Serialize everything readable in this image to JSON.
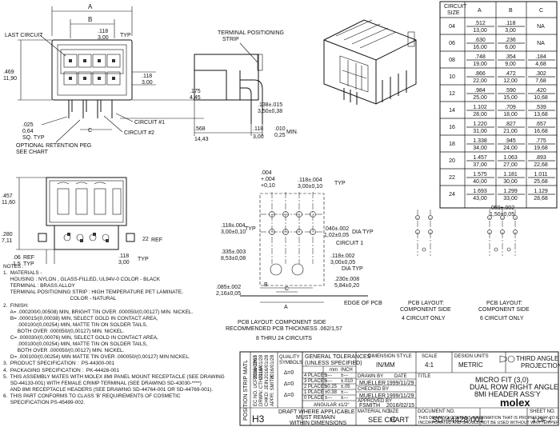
{
  "front_view": {
    "dim_a": "A",
    "dim_b": "B",
    "dim_118_in": ".118",
    "dim_118_mm": "3,00",
    "typ": "TYP",
    "last_circuit": "LAST CIRCUIT",
    "dim_469_in": ".469",
    "dim_469_mm": "11,90",
    "dim_118b_in": ".118",
    "dim_118b_mm": "3,00",
    "dim_175_in": ".175",
    "dim_175_mm": "4,45",
    "dim_025_in": ".025",
    "dim_025_mm": "0,64",
    "sq_typ": "SQ. TYP",
    "circuit1": "CIRCUIT #1",
    "circuit2": "CIRCUIT #2",
    "c_label": "C",
    "peg_note_1": "OPTIONAL RETENTION PEG",
    "peg_note_2": "SEE CHART"
  },
  "side_view": {
    "terminal_strip_1": "TERMINAL POSITIONING",
    "terminal_strip_2": "STRIP",
    "dim_138_in": ".138±.015",
    "dim_138_mm": "3,50±0,38",
    "dim_568_in": ".568",
    "dim_568_mm": "14,43",
    "dim_118_in": ".118",
    "dim_118_mm": "3,00",
    "dim_010_in": ".010",
    "dim_010_mm": "0,25",
    "min": "MIN."
  },
  "bottom_view": {
    "dim_457_in": ".457",
    "dim_457_mm": "11,60",
    "dim_280_in": ".280",
    "dim_280_mm": "7,11",
    "ref": "REF",
    "dim_22": "22",
    "dim_059_in": ".06",
    "dim_059_mm": "1,5",
    "dim_118_in": ".118",
    "dim_118_mm": "3,00",
    "typ": "TYP"
  },
  "pcb_layout": {
    "dim_004_in": ".004",
    "dim_004_plus": "+.004",
    "dim_004_mm": "+0,10",
    "dim_118004_in": ".118±.004",
    "dim_118004_mm": "3,00±0,10",
    "typ": "TYP",
    "dim_040_in": ".040±.002",
    "dim_040_mm": "1,02±0,05",
    "dia_typ": "DIA TYP",
    "circuit_1": "CIRCUIT 1",
    "dim_335_in": ".335±.003",
    "dim_335_mm": "8,53±0,08",
    "dim_118002_in": ".118±.002",
    "dim_118002_mm": "3,00±0,05",
    "dia_typ2": "DIA TYP",
    "dim_230_in": ".230±.008",
    "dim_230_mm": "5,84±0,20",
    "dim_085_in": ".085±.002",
    "dim_085_mm": "2,16±0,05",
    "dim_b": "B",
    "dim_c": "C",
    "dim_a": "A",
    "edge_of_pcb": "EDGE OF PCB",
    "caption_1": "PCB LAYOUT: COMPONENT SIDE",
    "caption_2": "RECOMMENDED PCB THICKNESS .062/1,57",
    "caption_3": "8 THRU 24 CIRCUITS"
  },
  "small_pcb": {
    "dim_059_in": ".059±.002",
    "dim_059_mm": "1,50±0,05",
    "left_caption_1": "PCB LAYOUT:",
    "left_caption_2": "COMPONENT SIDE",
    "left_caption_3": "4 CIRCUIT ONLY",
    "right_caption_1": "PCB LAYOUT:",
    "right_caption_2": "COMPONENT SIDE",
    "right_caption_3": "6 CIRCUIT ONLY"
  },
  "circuit_table": {
    "headers": [
      "CIRCUIT SIZE",
      "A",
      "B",
      "C"
    ],
    "rows": [
      [
        "04",
        ".512",
        "13,00",
        ".118",
        "3,00",
        "NA",
        ""
      ],
      [
        "06",
        ".630",
        "16,00",
        ".236",
        "6,00",
        "NA",
        ""
      ],
      [
        "08",
        ".748",
        "19,00",
        ".354",
        "9,00",
        ".184",
        "4,68"
      ],
      [
        "10",
        ".866",
        "22,00",
        ".472",
        "12,00",
        ".302",
        "7,68"
      ],
      [
        "12",
        ".984",
        "25,00",
        ".590",
        "15,00",
        ".420",
        "10,68"
      ],
      [
        "14",
        "1.102",
        "28,00",
        ".709",
        "18,00",
        ".539",
        "13,68"
      ],
      [
        "16",
        "1.220",
        "31,00",
        ".827",
        "21,00",
        ".657",
        "16,68"
      ],
      [
        "18",
        "1.338",
        "34,00",
        ".945",
        "24,00",
        ".775",
        "19,68"
      ],
      [
        "20",
        "1.457",
        "37,00",
        "1.063",
        "27,00",
        ".893",
        "22,68"
      ],
      [
        "22",
        "1.575",
        "40,00",
        "1.181",
        "30,00",
        "1.011",
        "25,68"
      ],
      [
        "24",
        "1.693",
        "43,00",
        "1.299",
        "33,00",
        "1.129",
        "28,68"
      ]
    ]
  },
  "notes": {
    "title": "NOTES :",
    "lines": [
      "1.  MATERIALS -",
      "     HOUSING : NYLON , GLASS-FILLED, UL94V-0 COLOR - BLACK",
      "     TERMINAL : BRASS ALLOY",
      "     TERMINAL POSITIONING STRIP : HIGH TEMPERATURE PET LAMINATE,",
      "                                               COLOR - NATURAL",
      "2.  FINISH:",
      "     A= .000200/0,00508) MIN, BRIGHT TIN OVER .000050/(0,00127) MIN. NICKEL.",
      "     B= .000015/(0,00038) MIN, SELECT GOLD IN CONTACT AREA,",
      "          .000100/(0,00254) MIN, MATTE TIN ON SOLDER TAILS,",
      "          BOTH OVER .000050/(0,00127) MIN. NICKEL.",
      "     C= .000030/(0,00076) MIN, SELECT GOLD IN CONTACT AREA,",
      "          .000100/(0,00254) MIN, MATTE TIN ON SOLDER TAILS,",
      "          BOTH OVER .000050/(0,00127) MIN. NICKEL.",
      "     D= .000100/(0,00254) MIN MATTE TIN OVER .000050/(0,00127) MIN NICKEL.",
      "3.  PRODUCT SPECIFICATION :  PS-44300-001",
      "4.  PACKAGING SPECIFICATION :  PK-44428-001",
      "5.  THIS ASSEMBLY MATES WITH MOLEX 8MI PANEL MOUNT RECEPTACLE (SEE DRAWING",
      "     SD-44133-001) WITH FEMALE CRIMP TERMINAL (SEE DRAWING SD-43030-****)",
      "     AND 8MI RECEPTACLE HEADERS (SEE DRAWING SD-44764-001 OR SD-44769-001).",
      "6.  THIS PART CONFORMS TO CLASS 'B' REQUIREMENTS OF COSMETIC",
      "     SPECIFICATION PS-45499-002."
    ]
  },
  "title_block": {
    "position_strip_mat": "POSITION STRIP MATL",
    "ecn_lines": [
      "EC NO. UCP2016-2867",
      "DRWN: CTHULUA",
      "CHKD: JEIN",
      "APPR: SMITH"
    ],
    "ecn_dates": [
      "2016/02/15",
      "2016/01/28",
      "2016/01/28",
      "2016/01/28"
    ],
    "rev": "H3",
    "quality_symbols": "QUALITY SYMBOLS",
    "general_tolerances": "GENERAL TOLERANCES",
    "unless_specified": "(UNLESS SPECIFIED)",
    "mm": "mm",
    "inch": "INCH",
    "places": [
      "4 PLACES",
      "3 PLACES",
      "2 PLACES",
      "1 PLACE",
      "0 PLACE"
    ],
    "tol_mm": [
      "±---",
      "±---",
      "±0.25",
      "±0.38",
      "±---"
    ],
    "tol_in": [
      "±---",
      "±.010",
      "±.05",
      "±---",
      "±---"
    ],
    "angular": "ANGULAR ±1/2°",
    "draft_note_1": "DRAFT WHERE APPLICABLE",
    "draft_note_2": "MUST REMAIN",
    "draft_note_3": "WITHIN DIMENSIONS",
    "dimension_style_label": "DIMENSION STYLE",
    "dimension_style": "IN/MM",
    "scale_label": "SCALE",
    "scale": "4:1",
    "design_units_label": "DESIGN UNITS",
    "design_units": "METRIC",
    "projection": "THIRD ANGLE",
    "projection_2": "PROJECTION",
    "drawn_by_label": "DRAWN BY",
    "drawn_by": "MUELLER",
    "drawn_date": "1999/11/29",
    "checked_by_label": "CHECKED BY",
    "checked_by": "MUELLER",
    "checked_date": "1999/11/29",
    "approved_by_label": "APPROVED BY",
    "approved_by": "FSMITH",
    "approved_date": "2016/02/15",
    "date_label": "DATE",
    "title_label": "TITLE",
    "title_1": "MICRO FIT (3,0)",
    "title_2": "DUAL ROW RIGHT ANGLE",
    "title_3": "8MI HEADER ASS'Y",
    "logo": "molex",
    "material_no_label": "MATERIAL NO.",
    "material_no": "SEE CHART",
    "document_no_label": "DOCUMENT NO.",
    "document_no": "SD-44428-001",
    "sheet_no_label": "SHEET NO.",
    "sheet_no": "1 OF 2",
    "size_label": "SIZE",
    "size": "C",
    "proprietary_1": "THIS DRAWING CONTAINS INFORMATION THAT IS PROPRIETARY TO MOLEX",
    "proprietary_2": "INCORPORATED AND SHOULD NOT BE USED WITHOUT WRITTEN PERMISSION",
    "qty_symbols": [
      "∆=0",
      "∆=0",
      "∆=0"
    ]
  }
}
